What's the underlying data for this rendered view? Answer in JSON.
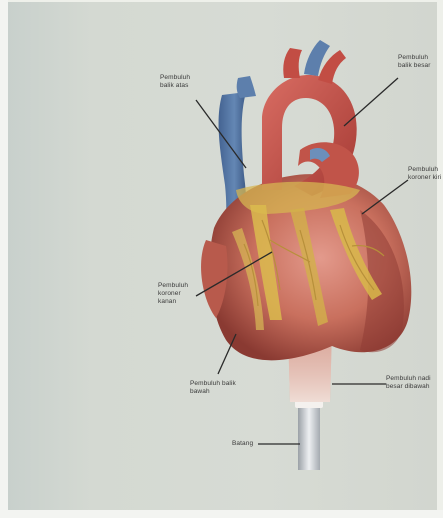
{
  "labels": {
    "vena_cava": {
      "line1": "Pembuluh",
      "line2": "balik atas"
    },
    "aorta": {
      "line1": "Pembuluh",
      "line2": "balik besar"
    },
    "pulmonary": {
      "line1": "Pembuluh",
      "line2": "koroner kiri"
    },
    "coronary_left": {
      "line1": "Pembuluh",
      "line2": "koroner",
      "line3": "kanan"
    },
    "inferior_vena": {
      "line1": "Pembuluh balik",
      "line2": "bawah"
    },
    "descending": {
      "line1": "Pembuluh nadi",
      "line2": "besar dibawah"
    },
    "stand": {
      "line1": "Batang"
    }
  },
  "colors": {
    "background": "#d4d9d2",
    "heart_base": "#c9705e",
    "vein_blue": "#4e6e9c",
    "artery_red": "#c0483e",
    "fat_yellow": "#d9b84a",
    "leader_line": "#2a2a2a"
  }
}
